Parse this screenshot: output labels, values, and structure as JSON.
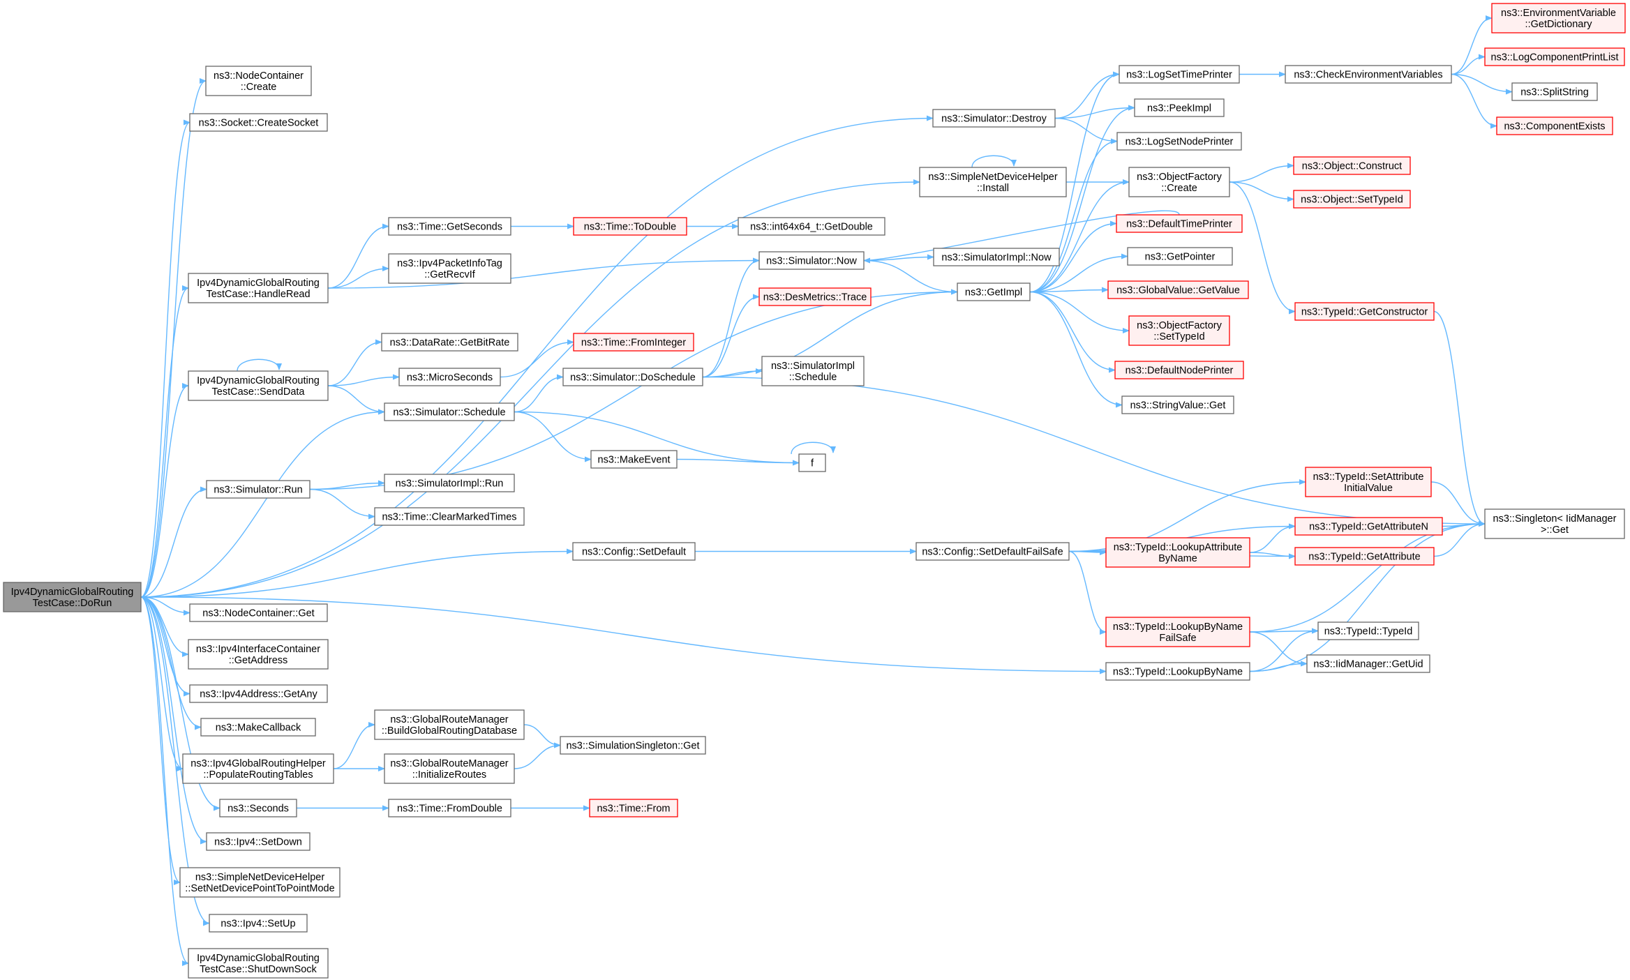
{
  "colors": {
    "edge": "#63b8ff",
    "normal_fill": "#ffffff",
    "normal_border": "#666666",
    "red_fill": "#fff0f0",
    "red_border": "#ff0000",
    "root_fill": "#999999",
    "root_border": "#666666"
  },
  "nodes": {
    "root": [
      "Ipv4DynamicGlobalRouting",
      "TestCase::DoRun"
    ],
    "nc_create": [
      "ns3::NodeContainer",
      "::Create"
    ],
    "socket_create": [
      "ns3::Socket::CreateSocket"
    ],
    "handle_read": [
      "Ipv4DynamicGlobalRouting",
      "TestCase::HandleRead"
    ],
    "send_data": [
      "Ipv4DynamicGlobalRouting",
      "TestCase::SendData"
    ],
    "sim_run": [
      "ns3::Simulator::Run"
    ],
    "nc_get": [
      "ns3::NodeContainer::Get"
    ],
    "ic_getaddr": [
      "ns3::Ipv4InterfaceContainer",
      "::GetAddress"
    ],
    "ipv4addr_getany": [
      "ns3::Ipv4Address::GetAny"
    ],
    "makecallback": [
      "ns3::MakeCallback"
    ],
    "populate": [
      "ns3::Ipv4GlobalRoutingHelper",
      "::PopulateRoutingTables"
    ],
    "seconds": [
      "ns3::Seconds"
    ],
    "setdown": [
      "ns3::Ipv4::SetDown"
    ],
    "setp2p": [
      "ns3::SimpleNetDeviceHelper",
      "::SetNetDevicePointToPointMode"
    ],
    "setup": [
      "ns3::Ipv4::SetUp"
    ],
    "shutdown": [
      "Ipv4DynamicGlobalRouting",
      "TestCase::ShutDownSock"
    ],
    "time_getseconds": [
      "ns3::Time::GetSeconds"
    ],
    "getrecvif": [
      "ns3::Ipv4PacketInfoTag",
      "::GetRecvIf"
    ],
    "getbitrate": [
      "ns3::DataRate::GetBitRate"
    ],
    "microseconds": [
      "ns3::MicroSeconds"
    ],
    "sim_schedule": [
      "ns3::Simulator::Schedule"
    ],
    "simimpl_run": [
      "ns3::SimulatorImpl::Run"
    ],
    "clearmarked": [
      "ns3::Time::ClearMarkedTimes"
    ],
    "gr_build": [
      "ns3::GlobalRouteManager",
      "::BuildGlobalRoutingDatabase"
    ],
    "gr_init": [
      "ns3::GlobalRouteManager",
      "::InitializeRoutes"
    ],
    "time_fromdouble": [
      "ns3::Time::FromDouble"
    ],
    "time_todouble": [
      "ns3::Time::ToDouble"
    ],
    "time_frominteger": [
      "ns3::Time::FromInteger"
    ],
    "sim_doschedule": [
      "ns3::Simulator::DoSchedule"
    ],
    "makeevent": [
      "ns3::MakeEvent"
    ],
    "simsingleton_get": [
      "ns3::SimulationSingleton::Get"
    ],
    "time_from": [
      "ns3::Time::From"
    ],
    "config_setdefault": [
      "ns3::Config::SetDefault"
    ],
    "int64_getdouble": [
      "ns3::int64x64_t::GetDouble"
    ],
    "sim_now": [
      "ns3::Simulator::Now"
    ],
    "desmetrics": [
      "ns3::DesMetrics::Trace"
    ],
    "simimpl_schedule": [
      "ns3::SimulatorImpl",
      "::Schedule"
    ],
    "f": [
      "f"
    ],
    "sim_destroy": [
      "ns3::Simulator::Destroy"
    ],
    "sndh_install": [
      "ns3::SimpleNetDeviceHelper",
      "::Install"
    ],
    "simimpl_now": [
      "ns3::SimulatorImpl::Now"
    ],
    "getimpl": [
      "ns3::GetImpl"
    ],
    "config_setdefaultfailsafe": [
      "ns3::Config::SetDefaultFailSafe"
    ],
    "logsettimeprinter": [
      "ns3::LogSetTimePrinter"
    ],
    "peekimpl": [
      "ns3::PeekImpl"
    ],
    "logsetnodeprinter": [
      "ns3::LogSetNodePrinter"
    ],
    "objfactory_create": [
      "ns3::ObjectFactory",
      "::Create"
    ],
    "defaulttimeprinter": [
      "ns3::DefaultTimePrinter"
    ],
    "getpointer": [
      "ns3::GetPointer"
    ],
    "globalvalue_getvalue": [
      "ns3::GlobalValue::GetValue"
    ],
    "objfactory_settypeid": [
      "ns3::ObjectFactory",
      "::SetTypeId"
    ],
    "defaultnodeprinter": [
      "ns3::DefaultNodePrinter"
    ],
    "stringvalue_get": [
      "ns3::StringValue::Get"
    ],
    "lookupattrbyname": [
      "ns3::TypeId::LookupAttribute",
      "ByName"
    ],
    "lookupbynamefailsafe": [
      "ns3::TypeId::LookupByName",
      "FailSafe"
    ],
    "lookupbyname": [
      "ns3::TypeId::LookupByName"
    ],
    "checkenv": [
      "ns3::CheckEnvironmentVariables"
    ],
    "obj_construct": [
      "ns3::Object::Construct"
    ],
    "obj_settypeid": [
      "ns3::Object::SetTypeId"
    ],
    "getconstructor": [
      "ns3::TypeId::GetConstructor"
    ],
    "setattrinit": [
      "ns3::TypeId::SetAttribute",
      "InitialValue"
    ],
    "getattributen": [
      "ns3::TypeId::GetAttributeN"
    ],
    "getattribute": [
      "ns3::TypeId::GetAttribute"
    ],
    "typeid_typeid": [
      "ns3::TypeId::TypeId"
    ],
    "iidmanager_getuid": [
      "ns3::IidManager::GetUid"
    ],
    "envvar_getdict": [
      "ns3::EnvironmentVariable",
      "::GetDictionary"
    ],
    "logcomponentprintlist": [
      "ns3::LogComponentPrintList"
    ],
    "splitstring": [
      "ns3::SplitString"
    ],
    "componentexists": [
      "ns3::ComponentExists"
    ],
    "singleton_get": [
      "ns3::Singleton< IidManager",
      ">::Get"
    ]
  }
}
